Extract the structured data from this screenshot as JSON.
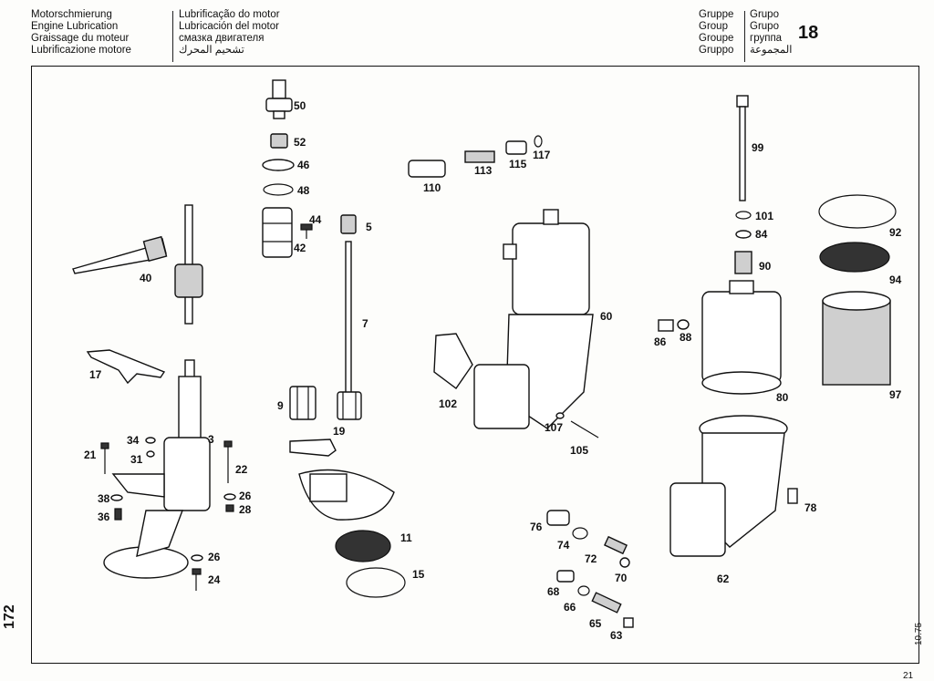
{
  "header": {
    "col1": [
      "Motorschmierung",
      "Engine Lubrication",
      "Graissage du moteur",
      "Lubrificazione motore"
    ],
    "col2": [
      "Lubrificação do motor",
      "Lubricación del motor",
      "смазка двигателя",
      "تشحيم المحرك"
    ],
    "col3": [
      "Gruppe",
      "Group",
      "Groupe",
      "Gruppo"
    ],
    "col4": [
      "Grupo",
      "Grupo",
      "группа",
      "المجموعة"
    ],
    "group_number": "18"
  },
  "footer": {
    "page_number": "172",
    "edition": "10.75",
    "sheet": "21"
  },
  "parts": {
    "p50": "50",
    "p52": "52",
    "p46": "46",
    "p48": "48",
    "p44": "44",
    "p42": "42",
    "p5": "5",
    "p7": "7",
    "p40": "40",
    "p17": "17",
    "p3": "3",
    "p34": "34",
    "p21": "21",
    "p31": "31",
    "p22": "22",
    "p38": "38",
    "p36": "36",
    "p26a": "26",
    "p28": "28",
    "p26b": "26",
    "p24": "24",
    "p9": "9",
    "p19": "19",
    "p11": "11",
    "p15": "15",
    "p110": "110",
    "p113": "113",
    "p115": "115",
    "p117": "117",
    "p60": "60",
    "p102": "102",
    "p107": "107",
    "p105": "105",
    "p99": "99",
    "p101": "101",
    "p84": "84",
    "p90": "90",
    "p92": "92",
    "p94": "94",
    "p86": "86",
    "p88": "88",
    "p80": "80",
    "p97": "97",
    "p78": "78",
    "p62": "62",
    "p76": "76",
    "p74": "74",
    "p72": "72",
    "p70": "70",
    "p68": "68",
    "p66": "66",
    "p65": "65",
    "p63": "63"
  }
}
